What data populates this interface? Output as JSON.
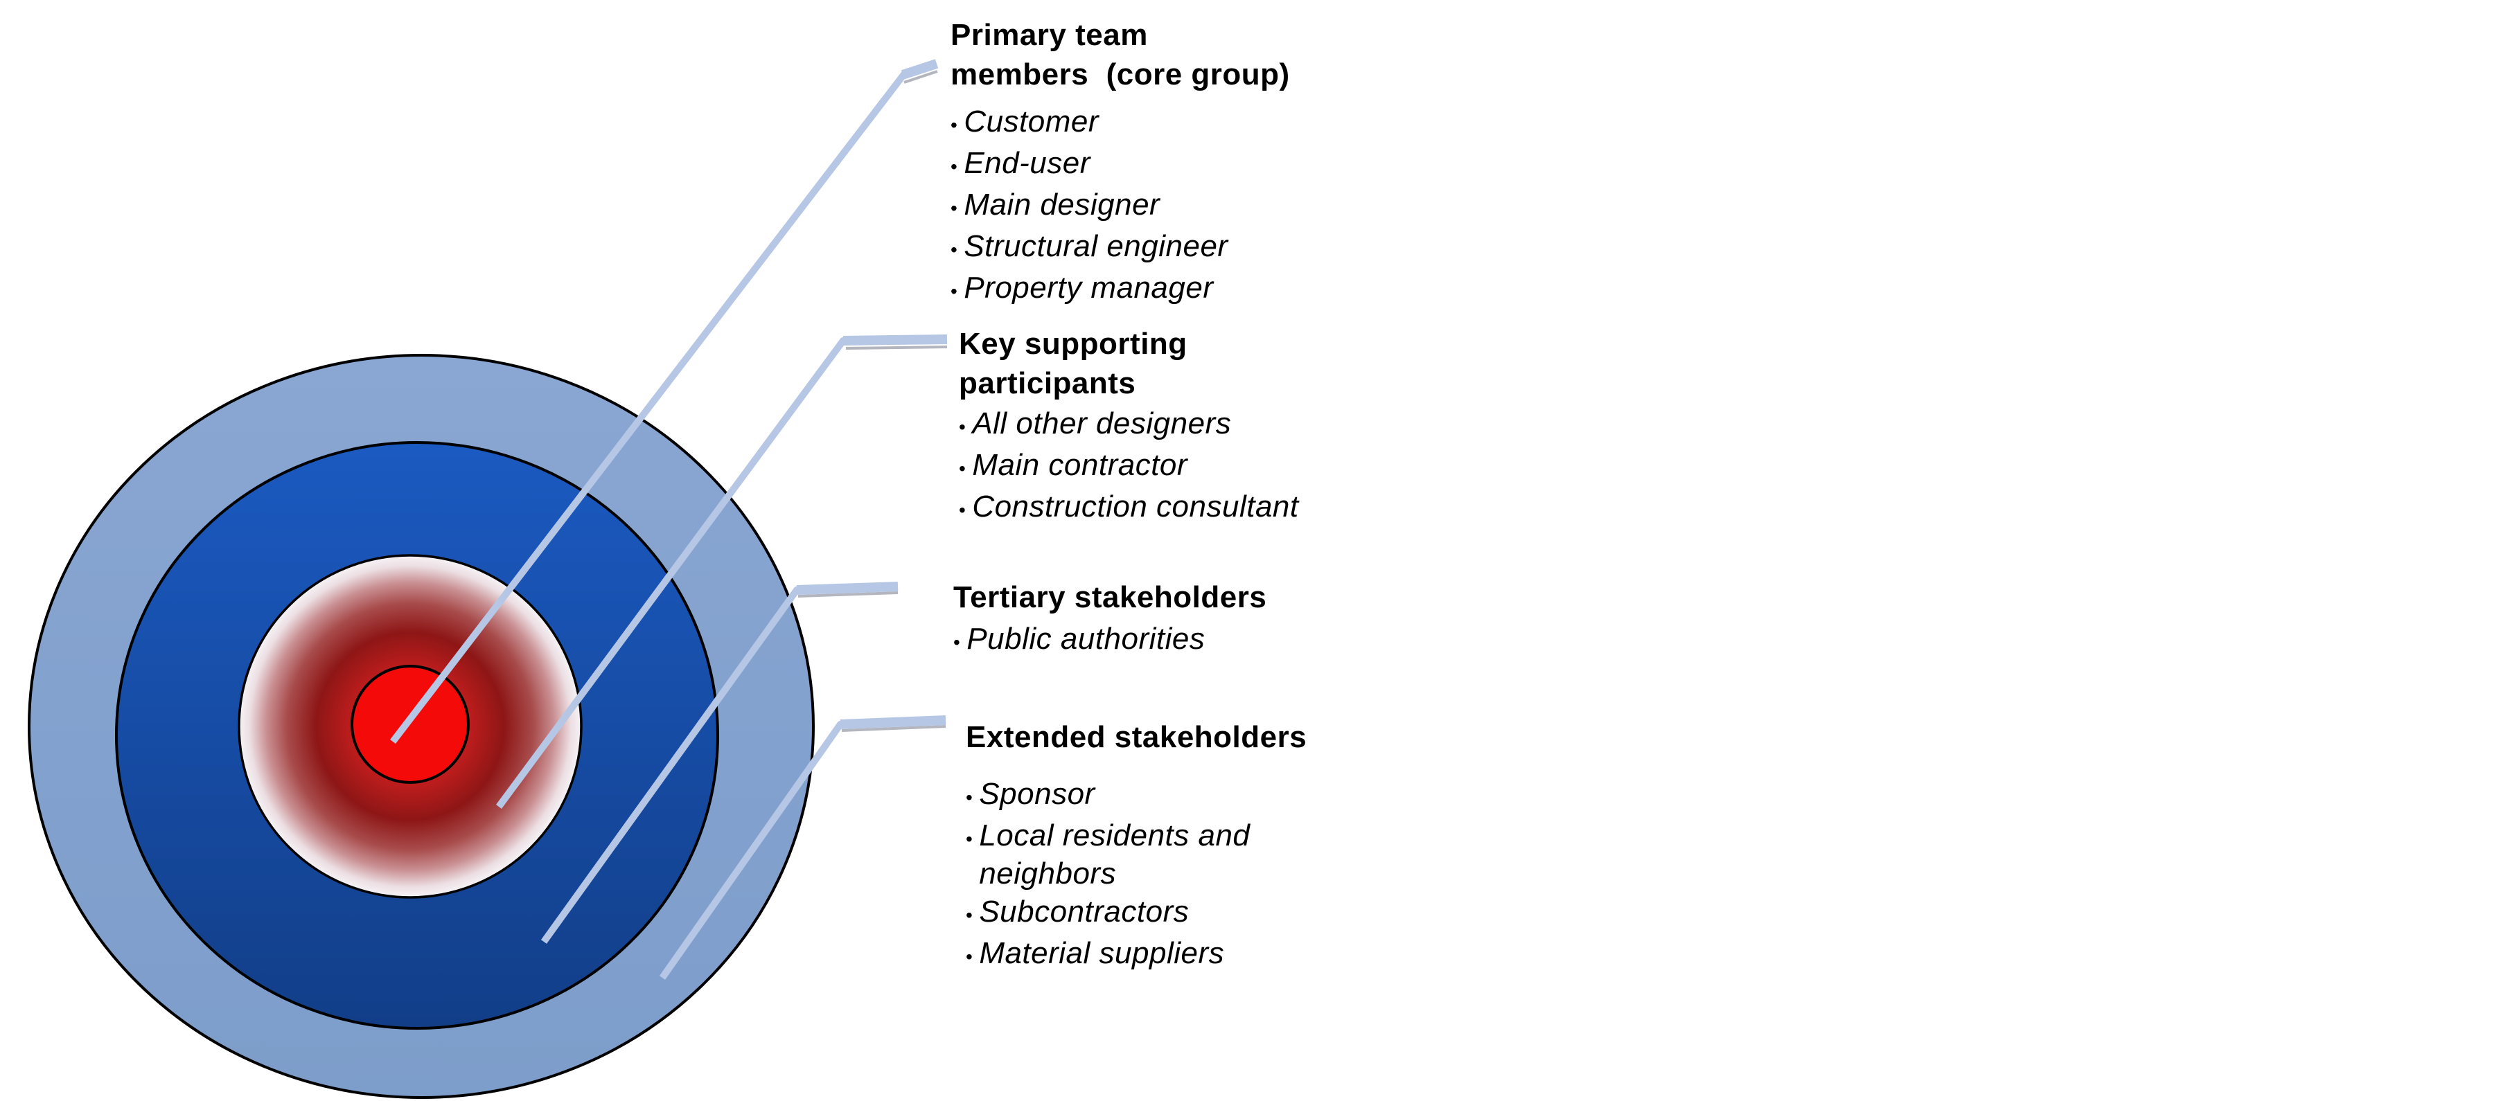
{
  "diagram": {
    "colors": {
      "outer_ring_top": "#8aa6d2",
      "outer_ring_bottom": "#7d9dca",
      "mid_ring_top": "#1b5ac1",
      "mid_ring_bottom": "#123e88",
      "core": "#f50a0a",
      "ring_outline": "#000000",
      "leader": "#b5c7e5",
      "leader_shadow": "#a6aab4",
      "red_zone": {
        "s_center": "#d41111",
        "s_inner": "#c11d1d",
        "s_dark": "#8e1616",
        "s_mid": "#a84b4b",
        "s_rose": "#c98f92",
        "s_pale": "#ecdfe3",
        "s_edge": "#f6f3f6"
      }
    }
  },
  "ui": {
    "bullet_char": "•"
  },
  "labels": {
    "primary": {
      "heading1": "Primary team",
      "heading2": "members  (core group)",
      "bullets": [
        "Customer",
        "End-user",
        "Main designer",
        "Structural engineer",
        "Property manager"
      ]
    },
    "key_supporting": {
      "heading1": "Key supporting",
      "heading2": "participants",
      "bullets": [
        "All other designers",
        "Main contractor",
        "Construction consultant"
      ]
    },
    "tertiary": {
      "heading1": "Tertiary stakeholders",
      "bullets": [
        "Public authorities"
      ]
    },
    "extended": {
      "heading1": "Extended stakeholders",
      "bullets": [
        "Sponsor",
        "Local residents and neighbors",
        "Subcontractors",
        "Material suppliers"
      ]
    }
  }
}
